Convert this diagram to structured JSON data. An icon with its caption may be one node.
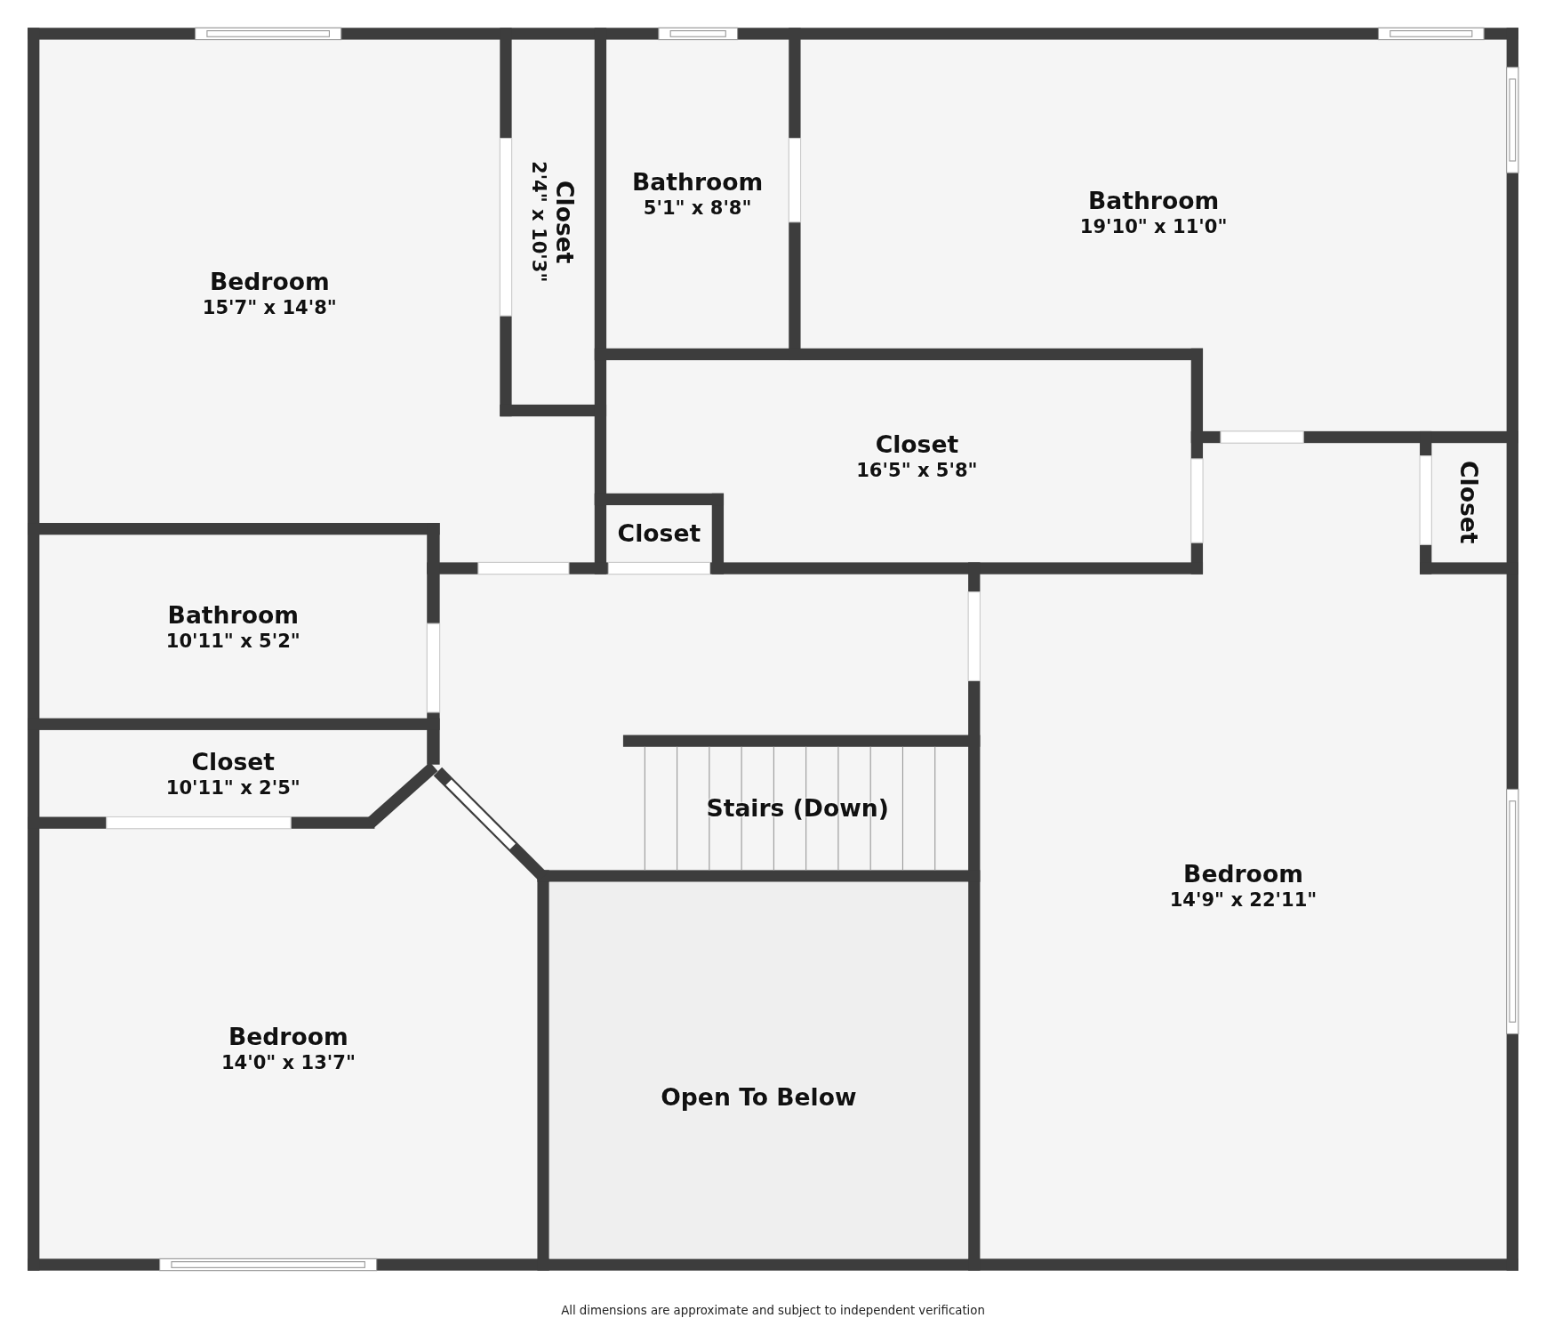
{
  "diagram": {
    "nodes": [
      {
        "text": [
          "Bedroom",
          "15'7\" x 14'8\""
        ]
      },
      {
        "text": [
          "Closet",
          "2'4\" x 10'3\""
        ]
      },
      {
        "text": [
          "Bathroom",
          "5'1\" x 8'8\""
        ]
      },
      {
        "text": [
          "Bathroom",
          "19'10\" x 11'0\""
        ]
      },
      {
        "text": [
          "Closet",
          "16'5\" x 5'8\""
        ]
      },
      {
        "text": [
          "Closet"
        ]
      },
      {
        "text": [
          "Closet"
        ]
      },
      {
        "text": [
          "Bathroom",
          "10'11\" x 5'2\""
        ]
      },
      {
        "text": [
          "Closet",
          "10'11\" x 2'5\""
        ]
      },
      {
        "text": [
          "Stairs (Down)"
        ]
      },
      {
        "text": [
          "Bedroom",
          "14'9\" x 22'11\""
        ]
      },
      {
        "text": [
          "Bedroom",
          "14'0\" x 13'7\""
        ]
      },
      {
        "text": [
          "Open To Below"
        ]
      }
    ],
    "edges": [],
    "labels": [
      "All dimensions are approximate and subject to independent verification"
    ]
  }
}
